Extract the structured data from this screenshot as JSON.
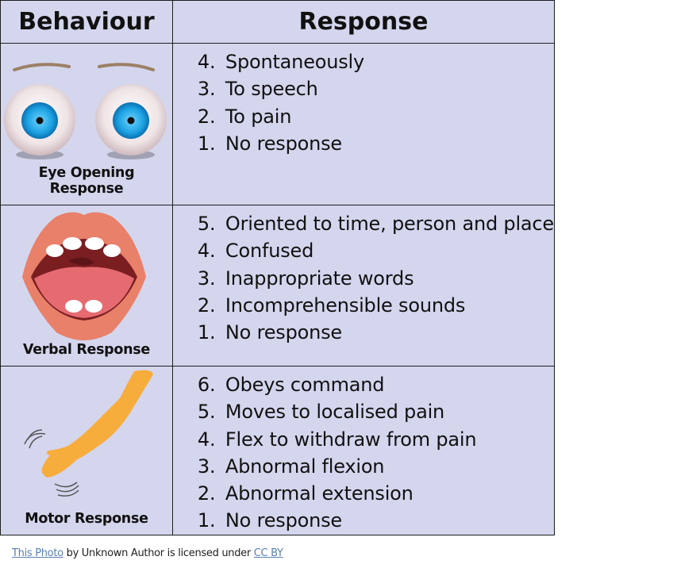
{
  "table": {
    "headers": [
      "Behaviour",
      "Response"
    ],
    "rows": [
      {
        "behaviour": "Eye Opening Response",
        "icon": "eyes-icon",
        "responses": [
          {
            "score": "4.",
            "text": "Spontaneously"
          },
          {
            "score": "3.",
            "text": "To speech"
          },
          {
            "score": "2.",
            "text": "To pain"
          },
          {
            "score": "1.",
            "text": "No response"
          }
        ]
      },
      {
        "behaviour": "Verbal Response",
        "icon": "open-mouth-icon",
        "responses": [
          {
            "score": "5.",
            "text": "Oriented to time, person and place"
          },
          {
            "score": "4.",
            "text": "Confused"
          },
          {
            "score": "3.",
            "text": "Inappropriate words"
          },
          {
            "score": "2.",
            "text": "Incomprehensible sounds"
          },
          {
            "score": "1.",
            "text": "No response"
          }
        ]
      },
      {
        "behaviour": "Motor Response",
        "icon": "moving-arm-icon",
        "responses": [
          {
            "score": "6.",
            "text": "Obeys command"
          },
          {
            "score": "5.",
            "text": "Moves to localised pain"
          },
          {
            "score": "4.",
            "text": "Flex to withdraw from pain"
          },
          {
            "score": "3.",
            "text": "Abnormal flexion"
          },
          {
            "score": "2.",
            "text": "Abnormal extension"
          },
          {
            "score": "1.",
            "text": "No response"
          }
        ]
      }
    ]
  },
  "credit": {
    "link1": "This Photo",
    "middle": " by Unknown Author is licensed under ",
    "link2": "CC BY"
  },
  "colors": {
    "cell_bg": "#d4d6ee",
    "border": "#1e1e1e",
    "link": "#5a80b0",
    "iris": "#1aa0e0",
    "lips": "#e8806a",
    "arm": "#f7ad3c"
  }
}
